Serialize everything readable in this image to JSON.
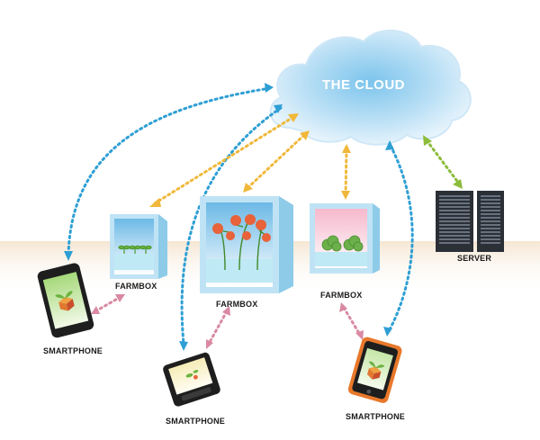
{
  "cloud": {
    "title": "THE CLOUD"
  },
  "server": {
    "label": "SERVER"
  },
  "farmboxes": [
    {
      "label": "FARMBOX"
    },
    {
      "label": "FARMBOX"
    },
    {
      "label": "FARMBOX"
    }
  ],
  "smartphones": [
    {
      "label": "SMARTPHONE"
    },
    {
      "label": "SMARTPHONE"
    },
    {
      "label": "SMARTPHONE"
    }
  ],
  "colors": {
    "cloud_link": "#2e9fd4",
    "farmbox_link": "#f0b83a",
    "server_link": "#8cbc3a",
    "phone_link": "#d98aa2",
    "cloud_fill": "#ddeefa",
    "ground": "#f7ebdc"
  },
  "icons": [
    "cloud-icon",
    "server-rack-icon",
    "smartphone-icon",
    "farmbox-icon",
    "seedling-icon",
    "tomato-plant-icon",
    "lettuce-icon"
  ]
}
